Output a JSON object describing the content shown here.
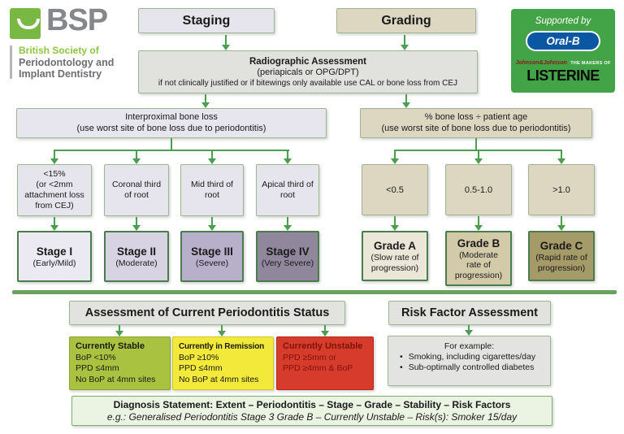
{
  "logo": {
    "acronym": "BSP",
    "name_line1": "British Society of",
    "name_line2": "Periodontology and",
    "name_line3": "Implant Dentistry"
  },
  "sponsor": {
    "supported_by": "Supported by",
    "oralb": "Oral-B",
    "jnj": "Johnson&Johnson",
    "makers_of": "THE MAKERS OF",
    "listerine": "LISTERINE"
  },
  "staging": {
    "title": "Staging",
    "radiographic": {
      "line1": "Radiographic Assessment",
      "line2": "(periapicals or OPG/DPT)",
      "line3": "if not clinically justified or if bitewings only available use CAL or bone loss from CEJ"
    },
    "bone_loss": {
      "line1": "Interproximal bone loss",
      "line2": "(use worst site of bone loss due to periodontitis)"
    },
    "criteria": [
      {
        "lines": [
          "<15%",
          "(or <2mm",
          "attachment loss",
          "from CEJ)"
        ]
      },
      {
        "lines": [
          "Coronal third",
          "of root"
        ]
      },
      {
        "lines": [
          "Mid third of",
          "root"
        ]
      },
      {
        "lines": [
          "Apical third of",
          "root"
        ]
      }
    ],
    "stages": [
      {
        "name": "Stage I",
        "desc": "(Early/Mild)"
      },
      {
        "name": "Stage II",
        "desc": "(Moderate)"
      },
      {
        "name": "Stage III",
        "desc": "(Severe)"
      },
      {
        "name": "Stage IV",
        "desc": "(Very Severe)"
      }
    ]
  },
  "grading": {
    "title": "Grading",
    "bone_loss_age": {
      "line1": "% bone loss ÷ patient age",
      "line2": "(use worst site of bone loss due to periodontitis)"
    },
    "criteria": [
      "<0.5",
      "0.5-1.0",
      ">1.0"
    ],
    "grades": [
      {
        "name": "Grade A",
        "desc": "(Slow rate of progression)"
      },
      {
        "name": "Grade B",
        "desc": "(Moderate rate of progression)"
      },
      {
        "name": "Grade C",
        "desc": "(Rapid rate of progression)"
      }
    ]
  },
  "status_section": {
    "title": "Assessment of Current Periodontitis Status",
    "boxes": [
      {
        "title": "Currently Stable",
        "line1": "BoP <10%",
        "line2": "PPD ≤4mm",
        "line3": "No BoP at 4mm sites"
      },
      {
        "title": "Currently in Remission",
        "line1": "BoP ≥10%",
        "line2": "PPD ≤4mm",
        "line3": "No BoP at 4mm sites"
      },
      {
        "title": "Currently Unstable",
        "line1": "PPD ≥5mm or",
        "line2": "PPD ≥4mm & BoP"
      }
    ]
  },
  "risk_section": {
    "title": "Risk Factor Assessment",
    "example_heading": "For example:",
    "bullets": [
      "Smoking, including cigarettes/day",
      "Sub-optimally controlled diabetes"
    ]
  },
  "diagnosis": {
    "line1": "Diagnosis Statement: Extent – Periodontitis – Stage – Grade – Stability – Risk Factors",
    "line2": "e.g.: Generalised Periodontitis Stage 3 Grade B – Currently Unstable – Risk(s): Smoker 15/day"
  },
  "colors": {
    "arrow_green": "#4a9e4e",
    "separator_green": "#67a35c",
    "staging_header_bg": "#e6e4ed",
    "grading_header_bg": "#ddd7c2",
    "stage_bgs": [
      "#ebe9f1",
      "#d7d3e2",
      "#b8afcb",
      "#91879d"
    ],
    "grade_bgs": [
      "#eae6d8",
      "#d2caa9",
      "#a59b68"
    ],
    "status_bgs": [
      "#a9c23f",
      "#f2e93b",
      "#d63b2b"
    ],
    "unstable_text": "#7d1409",
    "sponsor_green": "#43a347",
    "oralb_blue": "#0a57a4",
    "bsp_green": "#79b843",
    "diagnosis_bg": "#ebf3e3"
  }
}
